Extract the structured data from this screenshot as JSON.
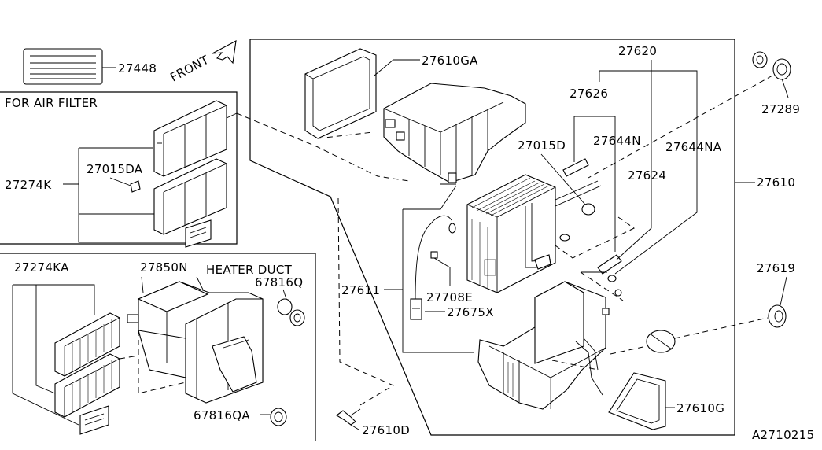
{
  "labels": {
    "front": "FRONT",
    "p27448": "27448",
    "for_air_filter": "FOR AIR FILTER",
    "p27274K": "27274K",
    "p27015DA": "27015DA",
    "p27274KA": "27274KA",
    "p27850N": "27850N",
    "heater_duct": "HEATER DUCT",
    "p67816Q": "67816Q",
    "p67816QA": "67816QA",
    "p27610GA": "27610GA",
    "p27620": "27620",
    "p27626": "27626",
    "p27644N": "27644N",
    "p27644NA": "27644NA",
    "p27015D": "27015D",
    "p27624": "27624",
    "p27610": "27610",
    "p27289": "27289",
    "p27611": "27611",
    "p27708E": "27708E",
    "p27675X": "27675X",
    "p27619": "27619",
    "p27610G": "27610G",
    "p27610D": "27610D",
    "diagram_id": "A2710215"
  }
}
